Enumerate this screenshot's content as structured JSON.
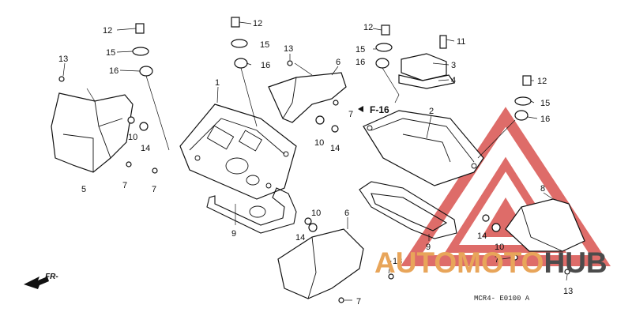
{
  "diagram_code": "MCR4- E0100 A",
  "section_ref": "F-16",
  "front_arrow_label": "FR-",
  "watermark": {
    "prefix": "AUTOMOTO",
    "suffix": "HUB",
    "prefix_color": "#e8a55a",
    "suffix_color": "#4b4b4b",
    "triangle_color": "#d9534f"
  },
  "callouts": {
    "n12_left": "12",
    "n15_left": "15",
    "n16_left": "16",
    "n13_far_left": "13",
    "n12_mid": "12",
    "n15_mid": "15",
    "n16_mid": "16",
    "n1": "1",
    "n13_mid": "13",
    "n6_top": "6",
    "n7_top": "7",
    "n10_left": "10",
    "n14_left": "14",
    "n5": "5",
    "n7_left_a": "7",
    "n7_left_b": "7",
    "n10_mid": "10",
    "n14_mid": "14",
    "n12_right": "12",
    "n11": "11",
    "n15_right": "15",
    "n3": "3",
    "n16_right": "16",
    "n4": "4",
    "n2": "2",
    "n12_far_right": "12",
    "n15_far_right": "15",
    "n16_far_right": "16",
    "n8": "8",
    "n9_left": "9",
    "n10_low": "10",
    "n14_low": "14",
    "n6_bottom": "6",
    "n13_bottom": "13",
    "n7_bottom": "7",
    "n9_right": "9",
    "n14_right": "14",
    "n10_right": "10",
    "n7_right": "7",
    "n13_right": "13"
  }
}
